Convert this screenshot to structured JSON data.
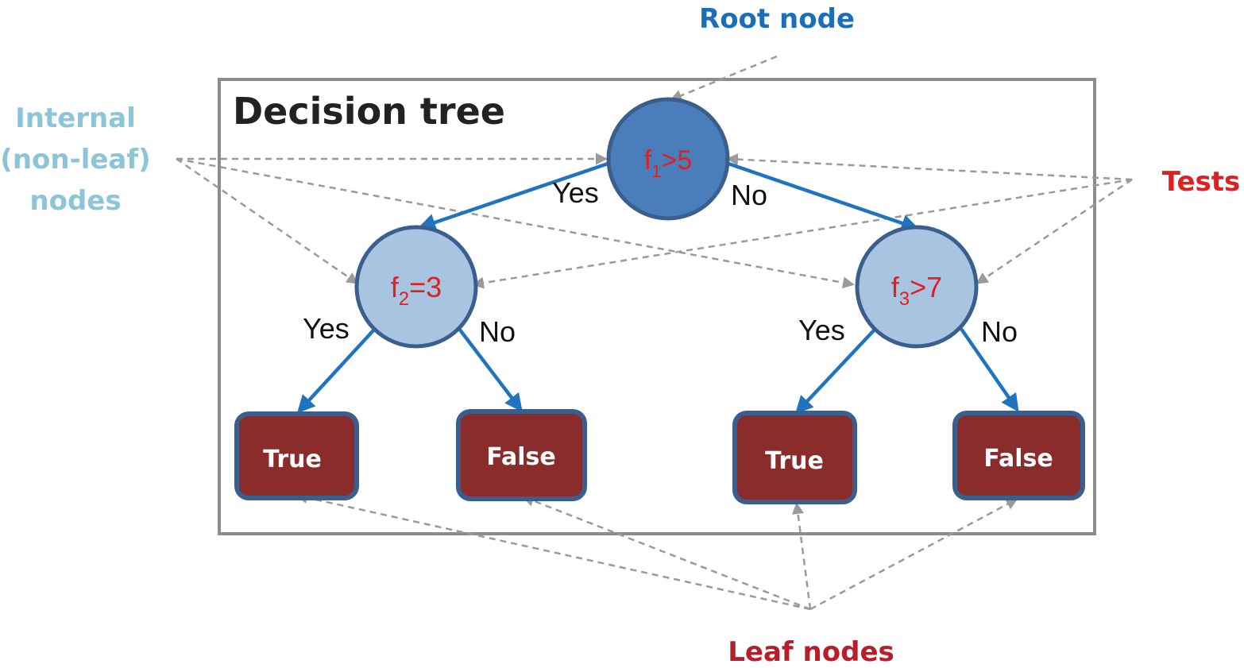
{
  "title": "Decision tree",
  "colors": {
    "frame": "#8c8c8c",
    "root_fill": "#4a7ebb",
    "internal_fill": "#a9c4e1",
    "node_stroke": "#3a5f8e",
    "leaf_fill": "#8b2c2c",
    "leaf_stroke": "#3a5f8e",
    "edge": "#1e74c0",
    "annotation_arrow": "#9a9a9a",
    "test_text": "#e02020",
    "root_label": "#1b6fb8",
    "internal_label": "#8cc4d8",
    "tests_label": "#e02020",
    "leaf_label": "#b81e2a",
    "leaf_text": "#ffffff",
    "branch_text": "#111111"
  },
  "annotations": {
    "root": "Root node",
    "internal": [
      "Internal",
      "(non-leaf)",
      "nodes"
    ],
    "tests": "Tests",
    "leaves": "Leaf nodes"
  },
  "nodes": {
    "root": {
      "var": "f",
      "sub": "1",
      "op": ">5"
    },
    "left": {
      "var": "f",
      "sub": "2",
      "op": "=3"
    },
    "right": {
      "var": "f",
      "sub": "3",
      "op": ">7"
    }
  },
  "branches": {
    "root_yes": "Yes",
    "root_no": "No",
    "left_yes": "Yes",
    "left_no": "No",
    "right_yes": "Yes",
    "right_no": "No"
  },
  "leaves": [
    "True",
    "False",
    "True",
    "False"
  ]
}
